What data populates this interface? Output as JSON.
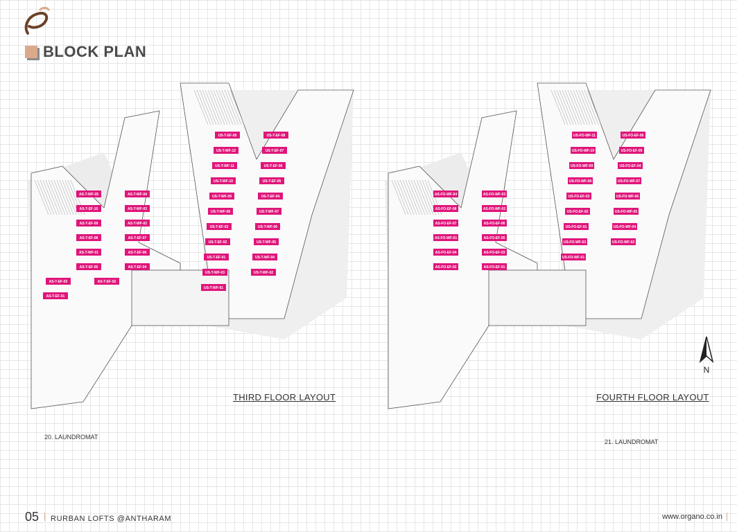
{
  "header": {
    "title": "BLOCK PLAN"
  },
  "layouts": [
    {
      "caption": "THIRD FLOOR LAYOUT",
      "note": "20. LAUNDROMAT",
      "units": [
        "US-T-EF-09",
        "US-T-EF-08",
        "US-T-WF-12",
        "US-T-EF-07",
        "US-T-WF-11",
        "US-T-EF-06",
        "US-T-WF-10",
        "US-T-EF-05",
        "US-T-WF-09",
        "US-T-EF-04",
        "US-T-WF-08",
        "US-T-WF-07",
        "US-T-EF-03",
        "US-T-WF-06",
        "US-T-EF-02",
        "US-T-WF-05",
        "US-T-EF-01",
        "US-T-WF-04",
        "US-T-WF-03",
        "US-T-WF-02",
        "US-T-WF-01",
        "AS-T-WF-05",
        "AS-T-WF-04",
        "AS-T-EF-10",
        "AS-T-WF-03",
        "AS-T-EF-09",
        "AS-T-WF-02",
        "AS-T-EF-08",
        "AS-T-EF-07",
        "AS-T-WF-01",
        "AS-T-EF-06",
        "AS-T-EF-05",
        "AS-T-EF-04",
        "AS-T-EF-03",
        "AS-T-EF-02",
        "AS-T-EF-01"
      ]
    },
    {
      "caption": "FOURTH  FLOOR LAYOUT",
      "note": "21. LAUNDROMAT",
      "units": [
        "US-FO-WF-11",
        "US-FO-EF-06",
        "US-FO-WF-10",
        "US-FO-EF-05",
        "US-FO-WF-09",
        "US-FO-EF-04",
        "US-FO-WF-08",
        "US-FO-WF-07",
        "US-FO-EF-03",
        "US-FO-WF-06",
        "US-FO-EF-02",
        "US-FO-WF-05",
        "US-FO-EF-01",
        "US-FO-WF-04",
        "US-FO-WF-03",
        "US-FO-WF-02",
        "US-FO-WF-01",
        "AS-FO-WF-04",
        "AS-FO-WF-03",
        "AS-FO-EF-08",
        "AS-FO-WF-02",
        "AS-FO-EF-07",
        "AS-FO-EF-06",
        "AS-FO-WF-01",
        "AS-FO-EF-05",
        "AS-FO-EF-04",
        "AS-FO-EF-03",
        "AS-FO-EF-02",
        "AS-FO-EF-01"
      ]
    }
  ],
  "north_label": "N",
  "footer": {
    "page_number": "05",
    "project": "RURBAN LOFTS @ANTHARAM",
    "website": "www.organo.co.in"
  },
  "colors": {
    "accent": "#d9aa8c",
    "unit_tag": "#e0157a",
    "logo": "#6b4226"
  }
}
